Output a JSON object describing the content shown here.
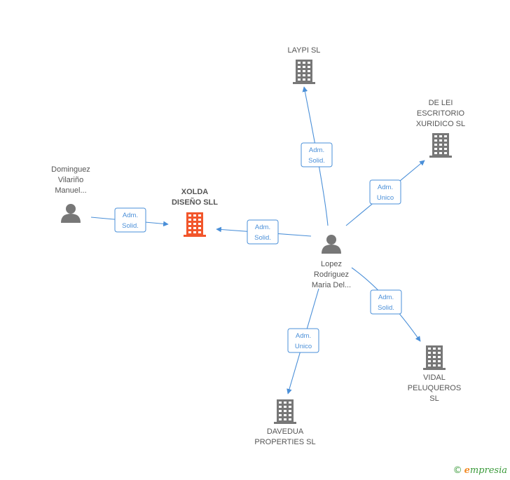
{
  "colors": {
    "edge": "#4a8fd8",
    "building": "#777777",
    "building_highlight": "#f2562b",
    "person": "#777777",
    "label": "#555555"
  },
  "nodes": [
    {
      "id": "xolda",
      "type": "company",
      "highlight": true,
      "label": [
        "XOLDA",
        "DISEÑO SLL"
      ],
      "icon": "building-icon"
    },
    {
      "id": "laypi",
      "type": "company",
      "highlight": false,
      "label": [
        "LAYPI SL"
      ],
      "icon": "building-icon"
    },
    {
      "id": "delei",
      "type": "company",
      "highlight": false,
      "label": [
        "DE LEI",
        "ESCRITORIO",
        "XURIDICO SL"
      ],
      "icon": "building-icon"
    },
    {
      "id": "vidal",
      "type": "company",
      "highlight": false,
      "label": [
        "VIDAL",
        "PELUQUEROS",
        "SL"
      ],
      "icon": "building-icon"
    },
    {
      "id": "davedua",
      "type": "company",
      "highlight": false,
      "label": [
        "DAVEDUA",
        "PROPERTIES SL"
      ],
      "icon": "building-icon"
    },
    {
      "id": "lopez",
      "type": "person",
      "highlight": false,
      "label": [
        "Lopez",
        "Rodriguez",
        "Maria Del..."
      ],
      "icon": "person-icon"
    },
    {
      "id": "dominguez",
      "type": "person",
      "highlight": false,
      "label": [
        "Dominguez",
        "Vilariño",
        "Manuel..."
      ],
      "icon": "person-icon"
    }
  ],
  "edges": [
    {
      "from": "dominguez",
      "to": "xolda",
      "label": [
        "Adm.",
        "Solid."
      ]
    },
    {
      "from": "lopez",
      "to": "xolda",
      "label": [
        "Adm.",
        "Solid."
      ]
    },
    {
      "from": "lopez",
      "to": "laypi",
      "label": [
        "Adm.",
        "Solid."
      ]
    },
    {
      "from": "lopez",
      "to": "delei",
      "label": [
        "Adm.",
        "Unico"
      ]
    },
    {
      "from": "lopez",
      "to": "vidal",
      "label": [
        "Adm.",
        "Solid."
      ]
    },
    {
      "from": "lopez",
      "to": "davedua",
      "label": [
        "Adm.",
        "Unico"
      ]
    }
  ],
  "brand": {
    "copyright": "©",
    "initial": "e",
    "name": "mpresia"
  }
}
